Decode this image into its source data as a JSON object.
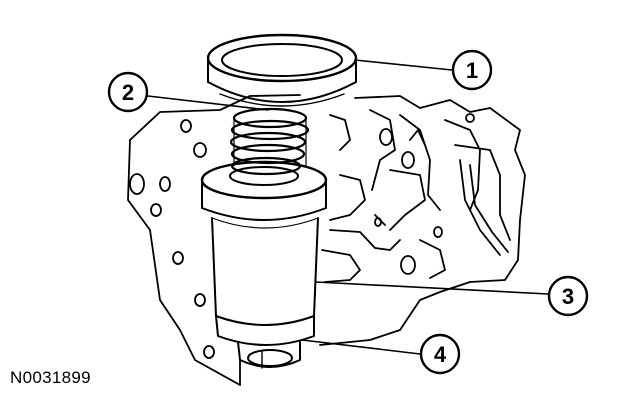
{
  "figure": {
    "id": "N0031899",
    "callouts": [
      {
        "number": "1"
      },
      {
        "number": "2"
      },
      {
        "number": "3"
      },
      {
        "number": "4"
      }
    ]
  },
  "colors": {
    "line": "#000000",
    "background": "#ffffff"
  }
}
